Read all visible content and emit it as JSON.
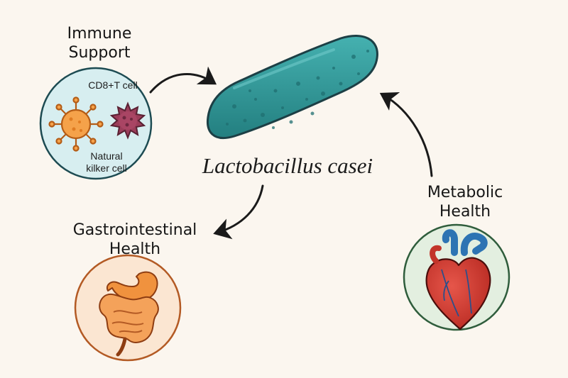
{
  "title": "Lactobacillus casei",
  "immune": {
    "label_line1": "Immune",
    "label_line2": "Support",
    "cd8_label": "CD8+T cell",
    "nk_label_line1": "Natural",
    "nk_label_line2": "kilker cell"
  },
  "gastro": {
    "label_line1": "Gastrointestinal",
    "label_line2": "Health"
  },
  "metabolic": {
    "label_line1": "Metabolic",
    "label_line2": "Health"
  },
  "colors": {
    "background": "#fbf6ef",
    "bacterium": "#2f9a9a",
    "immune_circle": "#d7eef0",
    "gastro_circle": "#fbe6d2",
    "metabolic_circle": "#e3efe0",
    "heart": "#d23a2c",
    "vessels": "#2d74b3"
  },
  "icons": [
    "bacterium-icon",
    "cd8-t-cell-icon",
    "natural-killer-cell-icon",
    "stomach-intestine-icon",
    "heart-icon"
  ]
}
